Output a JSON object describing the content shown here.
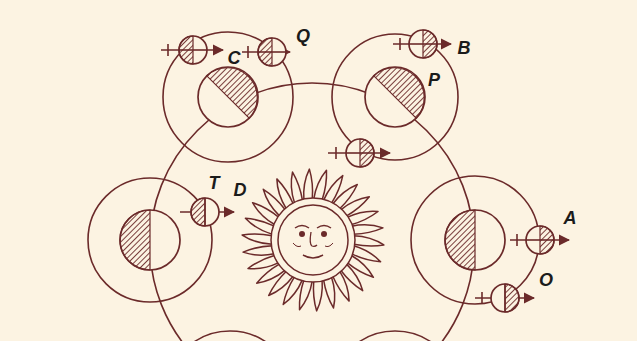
{
  "diagram": {
    "labels": [
      "Q",
      "B",
      "C",
      "P",
      "T",
      "D",
      "A",
      "O"
    ]
  }
}
